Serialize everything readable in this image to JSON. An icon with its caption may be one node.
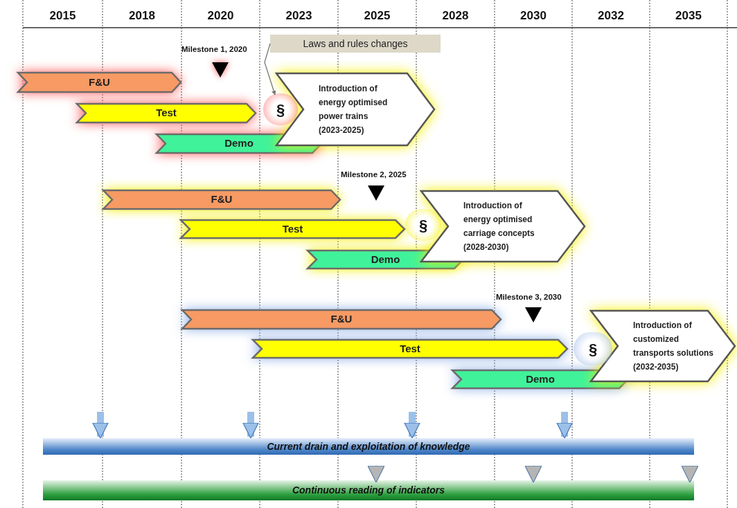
{
  "diagram": {
    "nodes": [
      {
        "text": [
          "Laws and rules changes"
        ]
      },
      {
        "text": [
          "F&U"
        ]
      },
      {
        "text": [
          "Test"
        ]
      },
      {
        "text": [
          "Demo"
        ]
      },
      {
        "text": [
          "§"
        ]
      },
      {
        "text": [
          "Introduction of energy optimised power trains (2023-2025)"
        ]
      },
      {
        "text": [
          "F&U"
        ]
      },
      {
        "text": [
          "Test"
        ]
      },
      {
        "text": [
          "Demo"
        ]
      },
      {
        "text": [
          "§"
        ]
      },
      {
        "text": [
          "Introduction of energy optimised carriage concepts (2028-2030)"
        ]
      },
      {
        "text": [
          "F&U"
        ]
      },
      {
        "text": [
          "Test"
        ]
      },
      {
        "text": [
          "Demo"
        ]
      },
      {
        "text": [
          "§"
        ]
      },
      {
        "text": [
          "Introduction of customized transports solutions (2032-2035)"
        ]
      },
      {
        "text": [
          "Current drain and exploitation of knowledge"
        ]
      },
      {
        "text": [
          "Continuous reading of indicators"
        ]
      }
    ],
    "edges": [
      {
        "from": 0,
        "to": 4,
        "arrow": "to",
        "color": "#777777"
      },
      {
        "from": null,
        "to": 16,
        "arrow": "to",
        "style": "thick"
      },
      {
        "from": null,
        "to": 16,
        "arrow": "to",
        "style": "thick"
      },
      {
        "from": null,
        "to": 16,
        "arrow": "to",
        "style": "thick"
      },
      {
        "from": null,
        "to": 16,
        "arrow": "to",
        "style": "thick"
      },
      {
        "from": null,
        "to": 17,
        "arrow": "to"
      },
      {
        "from": null,
        "to": 17,
        "arrow": "to"
      },
      {
        "from": null,
        "to": 17,
        "arrow": "to"
      }
    ],
    "labels": [
      "2015",
      "2018",
      "2020",
      "2023",
      "2025",
      "2028",
      "2030",
      "2032",
      "2035",
      "Milestone 1, 2020",
      "Milestone 2, 2025",
      "Milestone 3, 2030"
    ]
  }
}
